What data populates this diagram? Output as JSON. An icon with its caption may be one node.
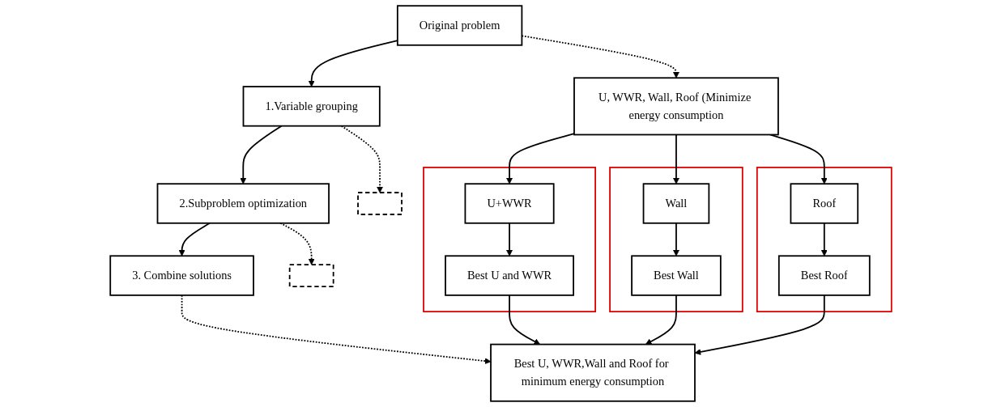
{
  "diagram": {
    "nodes": [
      {
        "text": [
          "Original problem"
        ]
      },
      {
        "text": [
          "1.Variable grouping"
        ]
      },
      {
        "text": [
          "2.Subproblem optimization"
        ]
      },
      {
        "text": [
          "3. Combine solutions"
        ]
      },
      {
        "text": [
          "U, WWR, Wall, Roof (Minimize energy consumption"
        ]
      },
      {
        "text": [],
        "shape": "box"
      },
      {
        "text": [],
        "shape": "box"
      },
      {
        "text": [],
        "shape": "box"
      },
      {
        "text": [
          "U+WWR"
        ],
        "in": 7
      },
      {
        "text": [
          "Best U and WWR"
        ],
        "in": 7
      },
      {
        "text": [],
        "shape": "box"
      },
      {
        "text": [
          "Wall"
        ],
        "in": 10
      },
      {
        "text": [
          "Best Wall"
        ],
        "in": 10
      },
      {
        "text": [],
        "shape": "box"
      },
      {
        "text": [
          "Roof"
        ],
        "in": 13
      },
      {
        "text": [
          "Best Roof"
        ],
        "in": 13
      },
      {
        "text": [
          "Best U, WWR,Wall and Roof for minimum energy consumption"
        ]
      }
    ],
    "edges": [
      {
        "from": 0,
        "to": 1,
        "arrow": "to"
      },
      {
        "from": 1,
        "to": 2,
        "arrow": "to"
      },
      {
        "from": 2,
        "to": 3,
        "arrow": "to"
      },
      {
        "from": 0,
        "to": 4,
        "arrow": "to",
        "style": "dashed"
      },
      {
        "from": 1,
        "to": 5,
        "arrow": "to",
        "style": "dashed"
      },
      {
        "from": 2,
        "to": 6,
        "arrow": "to",
        "style": "dashed"
      },
      {
        "from": 3,
        "to": 16,
        "arrow": "to",
        "style": "dashed"
      },
      {
        "from": 4,
        "to": 8,
        "arrow": "to"
      },
      {
        "from": 4,
        "to": 11,
        "arrow": "to"
      },
      {
        "from": 4,
        "to": 14,
        "arrow": "to"
      },
      {
        "from": 8,
        "to": 9,
        "arrow": "to"
      },
      {
        "from": 11,
        "to": 12,
        "arrow": "to"
      },
      {
        "from": 14,
        "to": 15,
        "arrow": "to"
      },
      {
        "from": 9,
        "to": 16,
        "arrow": "to"
      },
      {
        "from": 12,
        "to": 16,
        "arrow": "to"
      },
      {
        "from": 15,
        "to": 16,
        "arrow": "to"
      }
    ]
  }
}
